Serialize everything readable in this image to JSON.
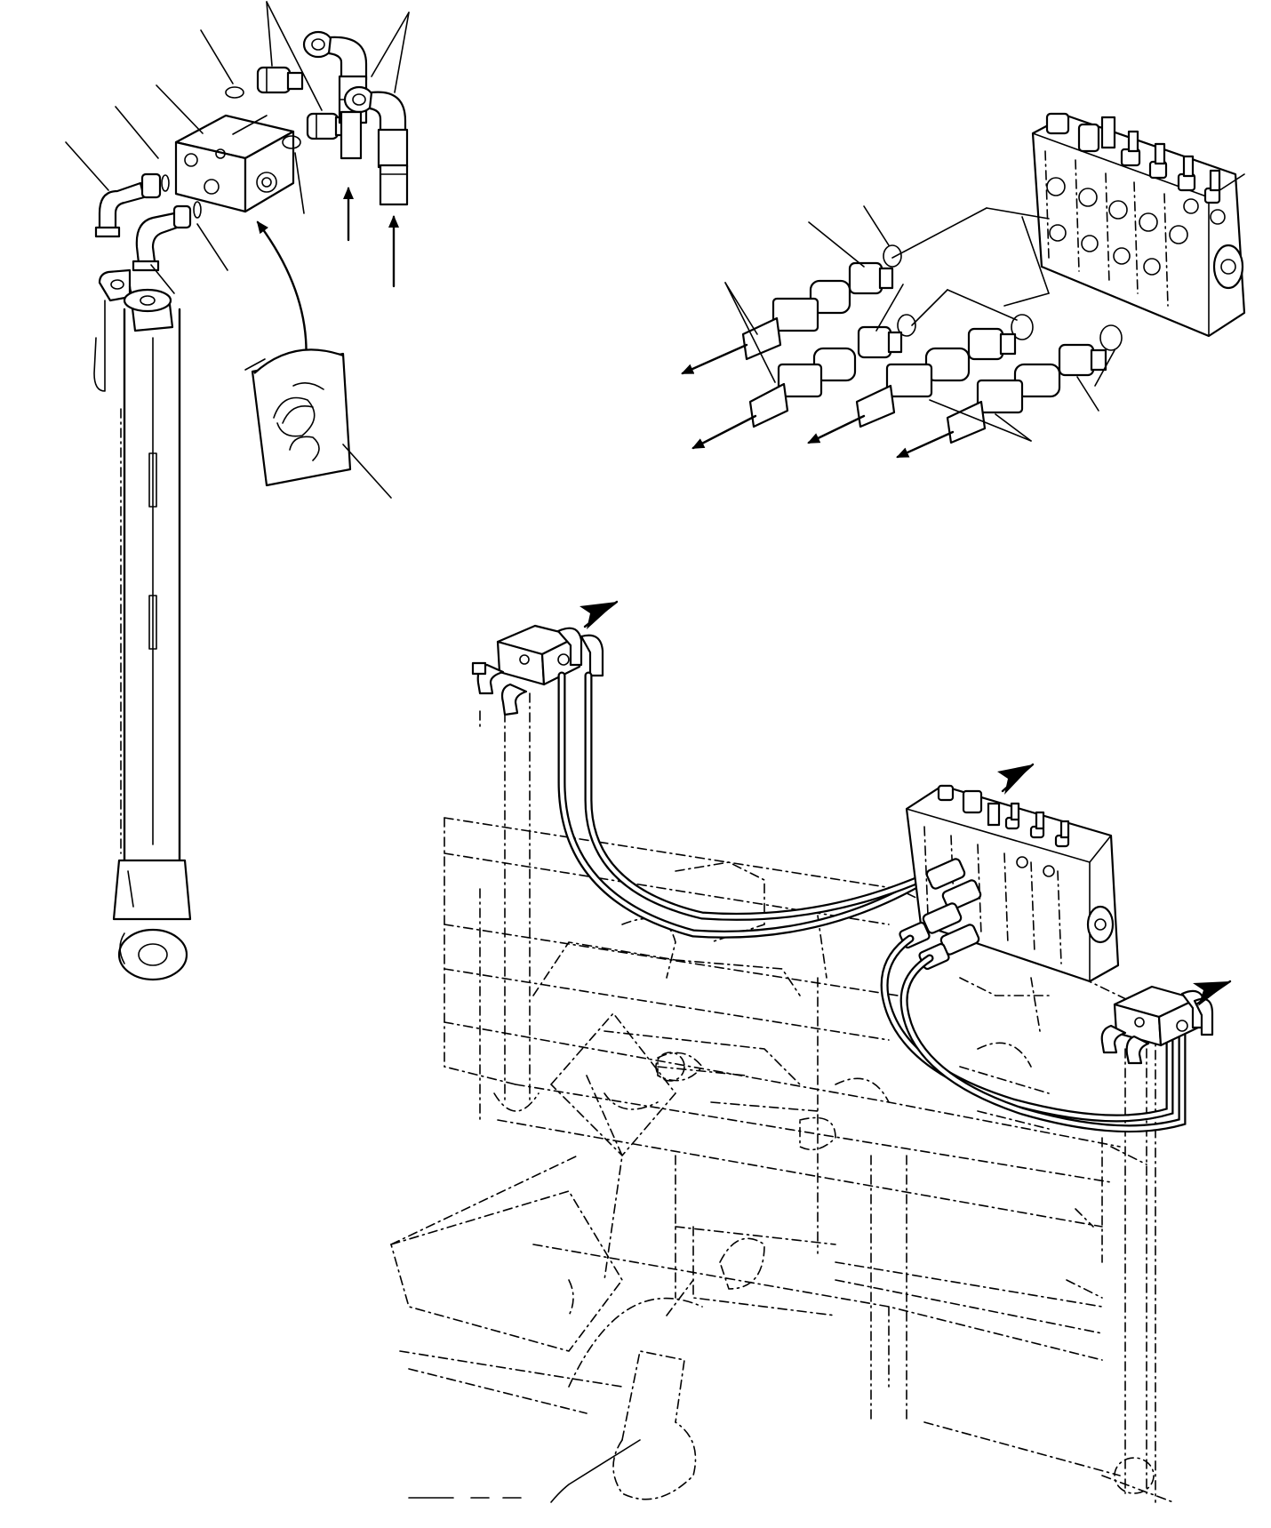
{
  "diagram": {
    "kind": "exploded hydraulic piping illustration",
    "text_labels": [],
    "callout_leader_count": 22,
    "direction_arrow_count": 11,
    "location_arrow_count": 3,
    "line_color": "#000000",
    "background_color": "#ffffff"
  }
}
